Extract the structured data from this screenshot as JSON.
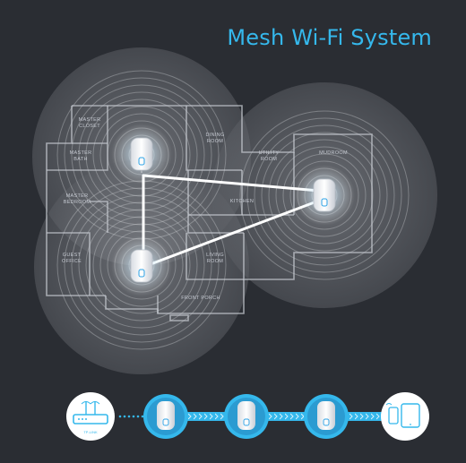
{
  "header": {
    "title": "Mesh Wi-Fi System"
  },
  "colors": {
    "background": "#2b2e34",
    "accent": "#35b8ec",
    "coverage": "#8d9096",
    "link": "#ffffff",
    "node_led": "#2fa4e7"
  },
  "floorplan": {
    "rooms": [
      {
        "label": "MASTER CLOSET",
        "lines": [
          "MASTER",
          "CLOSET"
        ]
      },
      {
        "label": "MASTER BATH",
        "lines": [
          "MASTER",
          "BATH"
        ]
      },
      {
        "label": "DINING ROOM",
        "lines": [
          "DINING",
          "ROOM"
        ]
      },
      {
        "label": "UTILITY ROOM",
        "lines": [
          "UTILITY",
          "ROOM"
        ]
      },
      {
        "label": "MUDROOM",
        "lines": [
          "MUDROOM"
        ]
      },
      {
        "label": "MASTER BEDROOM",
        "lines": [
          "MASTER",
          "BEDROOM"
        ]
      },
      {
        "label": "KITCHEN",
        "lines": [
          "KITCHEN"
        ]
      },
      {
        "label": "GUEST OFFICE",
        "lines": [
          "GUEST",
          "OFFICE"
        ]
      },
      {
        "label": "LIVING ROOM",
        "lines": [
          "LIVING",
          "ROOM"
        ]
      },
      {
        "label": "FRONT PORCH",
        "lines": [
          "FRONT PORCH"
        ]
      }
    ]
  },
  "nodes": [
    {
      "name": "mesh-unit-1",
      "icon": "mesh-unit-icon"
    },
    {
      "name": "mesh-unit-2",
      "icon": "mesh-unit-icon"
    },
    {
      "name": "mesh-unit-3",
      "icon": "mesh-unit-icon"
    }
  ],
  "chain": {
    "router": {
      "icon": "router-icon",
      "brand": "TP-LINK"
    },
    "units": [
      "mesh-unit-icon",
      "mesh-unit-icon",
      "mesh-unit-icon"
    ],
    "devices": [
      "smartphone-icon",
      "tablet-icon"
    ]
  }
}
